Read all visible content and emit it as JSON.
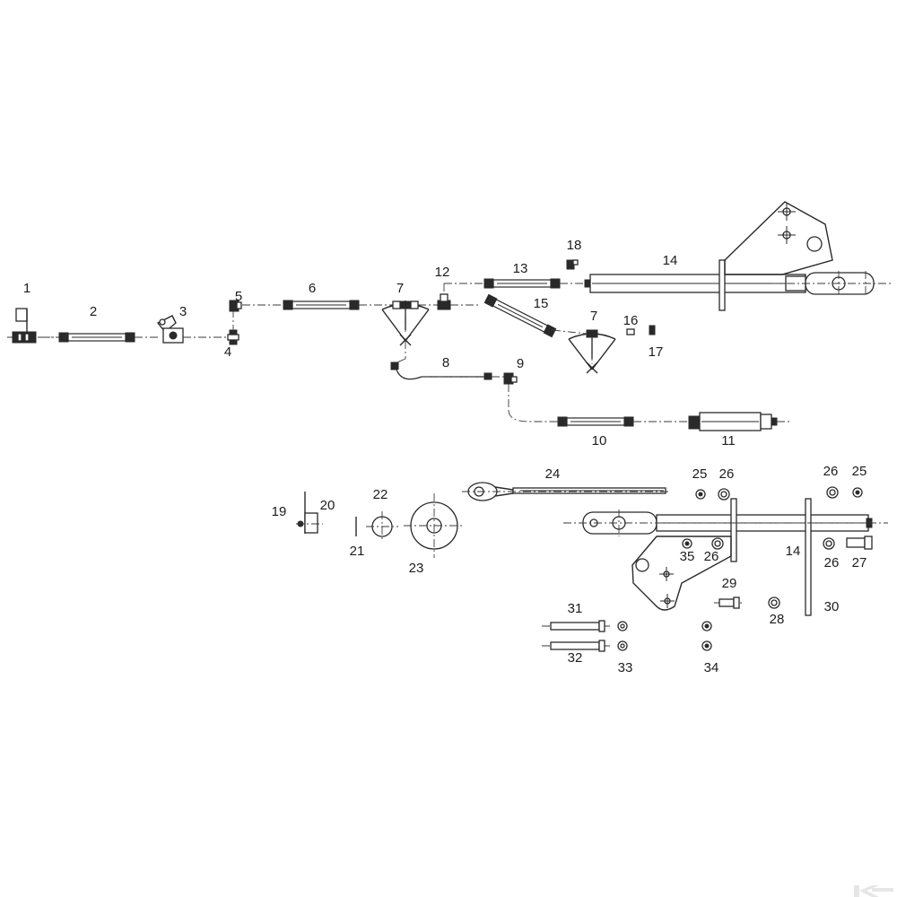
{
  "title": "",
  "callouts": [
    {
      "label": "1"
    },
    {
      "label": "2"
    },
    {
      "label": "3"
    },
    {
      "label": "4"
    },
    {
      "label": "5"
    },
    {
      "label": "6"
    },
    {
      "label": "7"
    },
    {
      "label": "12"
    },
    {
      "label": "13"
    },
    {
      "label": "14"
    },
    {
      "label": "18"
    },
    {
      "label": "15"
    },
    {
      "label": "7"
    },
    {
      "label": "16"
    },
    {
      "label": "17"
    },
    {
      "label": "8"
    },
    {
      "label": "9"
    },
    {
      "label": "10"
    },
    {
      "label": "11"
    },
    {
      "label": "24"
    },
    {
      "label": "25"
    },
    {
      "label": "26"
    },
    {
      "label": "26"
    },
    {
      "label": "25"
    },
    {
      "label": "19"
    },
    {
      "label": "20"
    },
    {
      "label": "22"
    },
    {
      "label": "21"
    },
    {
      "label": "23"
    },
    {
      "label": "35"
    },
    {
      "label": "26"
    },
    {
      "label": "14"
    },
    {
      "label": "26"
    },
    {
      "label": "27"
    },
    {
      "label": "29"
    },
    {
      "label": "28"
    },
    {
      "label": "30"
    },
    {
      "label": "31"
    },
    {
      "label": "32"
    },
    {
      "label": "33"
    },
    {
      "label": "34"
    }
  ],
  "colors": {
    "line": "#2a2a2a",
    "background": "#ffffff",
    "logo": "#e6e6e6"
  },
  "logo": {
    "icon": "brand-k-logo-icon"
  }
}
